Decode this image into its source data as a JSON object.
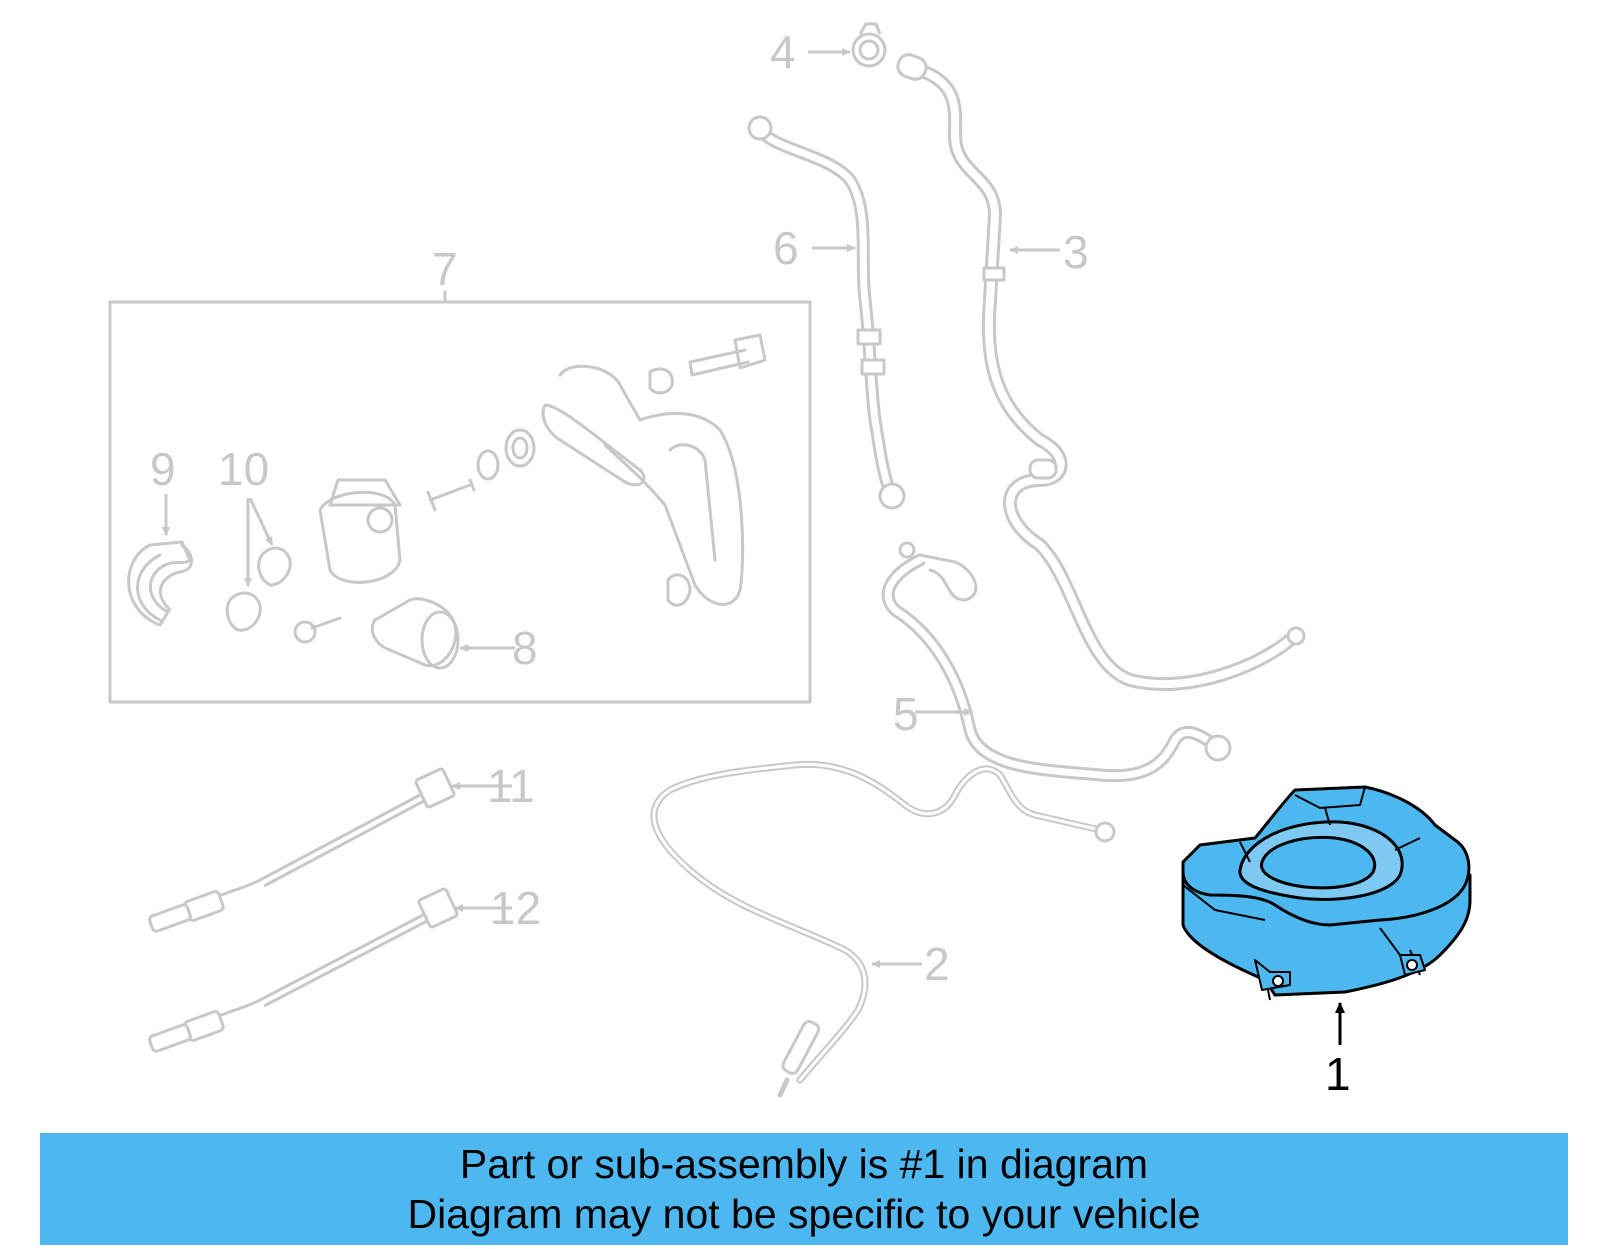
{
  "callouts": {
    "c1": "1",
    "c2": "2",
    "c3": "3",
    "c4": "4",
    "c5": "5",
    "c6": "6",
    "c7": "7",
    "c8": "8",
    "c9": "9",
    "c10": "10",
    "c11": "11",
    "c12": "12"
  },
  "banner": {
    "line1": "Part or sub-assembly is #1 in diagram",
    "line2": "Diagram may not be specific to your vehicle"
  },
  "colors": {
    "highlight_part": "#4db8f0",
    "faded_part": "#c8c8c8",
    "banner_background": "#4db8f0",
    "text": "#000000"
  }
}
